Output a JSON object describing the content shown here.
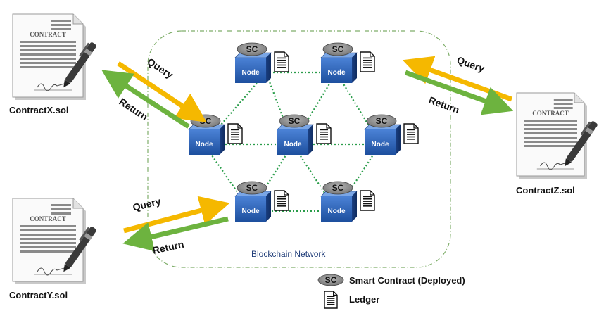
{
  "network": {
    "title": "Blockchain Network"
  },
  "node": {
    "label": "Node",
    "sc_label": "SC"
  },
  "contracts": [
    {
      "id": "x",
      "header": "CONTRACT",
      "filename": "ContractX.sol"
    },
    {
      "id": "y",
      "header": "CONTRACT",
      "filename": "ContractY.sol"
    },
    {
      "id": "z",
      "header": "CONTRACT",
      "filename": "ContractZ.sol"
    }
  ],
  "arrows": {
    "query_label": "Query",
    "return_label": "Return"
  },
  "legend": {
    "sc_symbol": "SC",
    "sc_text": "Smart Contract (Deployed)",
    "ledger_text": "Ledger"
  },
  "colors": {
    "node_blue": "#2e63b8",
    "query_arrow": "#f5b800",
    "return_arrow": "#6db33f",
    "network_border": "#7fae6a",
    "link_dots": "#2a9d4a"
  }
}
